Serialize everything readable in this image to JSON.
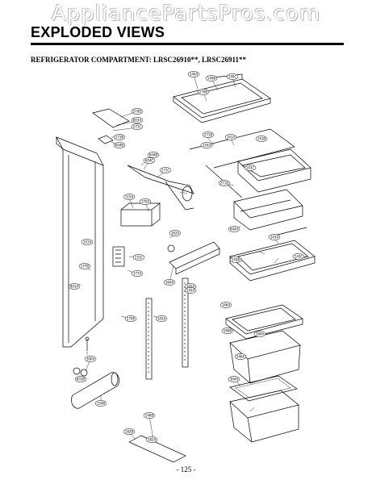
{
  "header": {
    "watermark": "AppliancePartsPros.com",
    "title": "EXPLODED VIEWS",
    "subtitle": "REFRIGERATOR COMPARTMENT: LRSC26910**, LRSC26911**"
  },
  "diagram": {
    "part_labels": [
      "140A",
      "140B",
      "140C",
      "270B",
      "270D",
      "803A",
      "271C",
      "271B",
      "604B",
      "604B",
      "604C",
      "271C",
      "271B",
      "141A",
      "141B",
      "141C",
      "271D",
      "116A",
      "115A",
      "170A",
      "604A",
      "162A",
      "151A",
      "151C",
      "177A",
      "177B",
      "801A",
      "160A",
      "145A",
      "145A",
      "143A",
      "143B",
      "143C",
      "270E",
      "145A",
      "146A",
      "166B",
      "166A",
      "146A",
      "304A",
      "300A",
      "601B",
      "154B",
      "146B",
      "182A",
      "182B"
    ]
  },
  "footer": {
    "page_number": "- 125 -"
  }
}
